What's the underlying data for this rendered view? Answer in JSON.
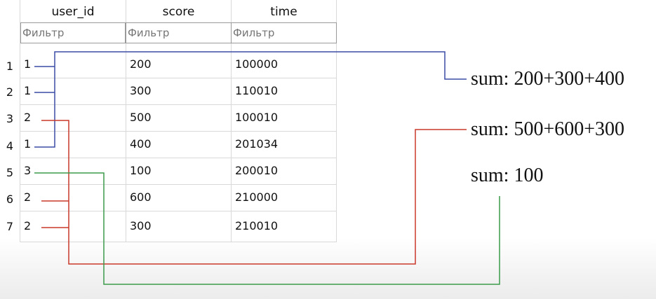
{
  "table": {
    "columns": [
      {
        "label": "user_id",
        "filter_placeholder": "Фильтр"
      },
      {
        "label": "score",
        "filter_placeholder": "Фильтр"
      },
      {
        "label": "time",
        "filter_placeholder": "Фильтр"
      }
    ],
    "rows": [
      {
        "num": "1",
        "user_id": "1",
        "score": "200",
        "time": "100000"
      },
      {
        "num": "2",
        "user_id": "1",
        "score": "300",
        "time": "110010"
      },
      {
        "num": "3",
        "user_id": "2",
        "score": "500",
        "time": "100010"
      },
      {
        "num": "4",
        "user_id": "1",
        "score": "400",
        "time": "201034"
      },
      {
        "num": "5",
        "user_id": "3",
        "score": "100",
        "time": "200010"
      },
      {
        "num": "6",
        "user_id": "2",
        "score": "600",
        "time": "210000"
      },
      {
        "num": "7",
        "user_id": "2",
        "score": "300",
        "time": "210010"
      }
    ]
  },
  "annotations": {
    "sum_user_1": "sum: 200+300+400",
    "sum_user_2": "sum: 500+600+300",
    "sum_user_3": "sum: 100"
  },
  "colors": {
    "user_1_line": "#3a4da6",
    "user_2_line": "#c8382a",
    "user_3_line": "#3b9a4a"
  }
}
